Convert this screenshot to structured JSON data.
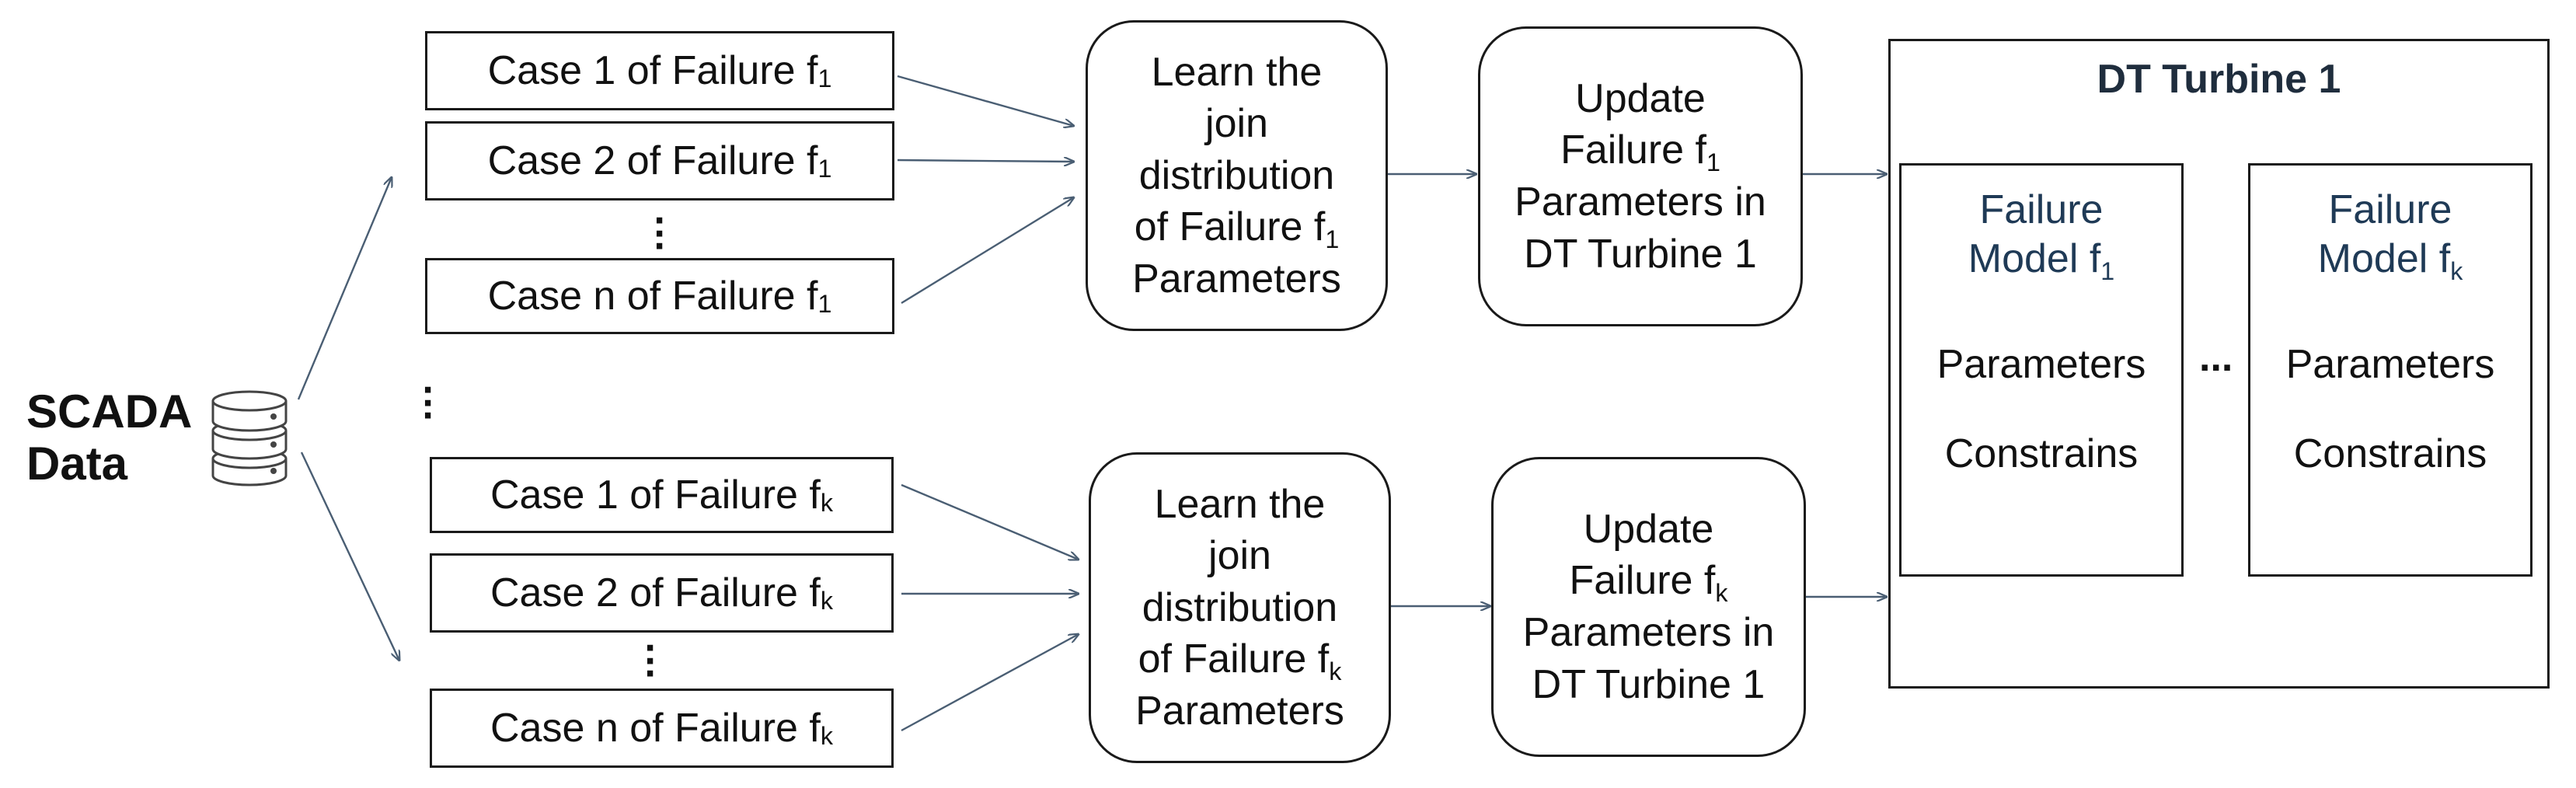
{
  "source": {
    "label_line1": "SCADA",
    "label_line2": "Data",
    "icon": "database-icon"
  },
  "group_1": {
    "cases": [
      {
        "text": "Case 1 of Failure f",
        "sub": "1"
      },
      {
        "text": "Case 2 of Failure f",
        "sub": "1"
      },
      {
        "text": "Case n of Failure f",
        "sub": "1"
      }
    ],
    "learn": {
      "l1": "Learn the",
      "l2": "join",
      "l3": "distribution",
      "l4": "of Failure  f",
      "l4_sub": "1",
      "l5": "Parameters"
    },
    "update": {
      "l1": "Update",
      "l2": "Failure f",
      "l2_sub": "1",
      "l3": "Parameters in",
      "l4": "DT Turbine 1"
    }
  },
  "group_k": {
    "cases": [
      {
        "text": "Case 1 of Failure f",
        "sub": "k"
      },
      {
        "text": "Case 2 of Failure f",
        "sub": "k"
      },
      {
        "text": "Case n of Failure f",
        "sub": "k"
      }
    ],
    "learn": {
      "l1": "Learn the",
      "l2": "join",
      "l3": "distribution",
      "l4": "of Failure  f",
      "l4_sub": "k",
      "l5": "Parameters"
    },
    "update": {
      "l1": "Update",
      "l2": "Failure f",
      "l2_sub": "k",
      "l3": "Parameters in",
      "l4": "DT Turbine 1"
    }
  },
  "dt_turbine": {
    "title": "DT Turbine 1",
    "models": [
      {
        "l1": "Failure",
        "l2": "Model f",
        "sub": "1",
        "params": "Parameters",
        "constraints": "Constrains"
      },
      {
        "l1": "Failure",
        "l2": "Model f",
        "sub": "k",
        "params": "Parameters",
        "constraints": "Constrains"
      }
    ],
    "ellipsis": "..."
  },
  "colors": {
    "arrow": "#4a5e73",
    "border": "#1a1a1a",
    "model_text": "#1f3a56"
  }
}
